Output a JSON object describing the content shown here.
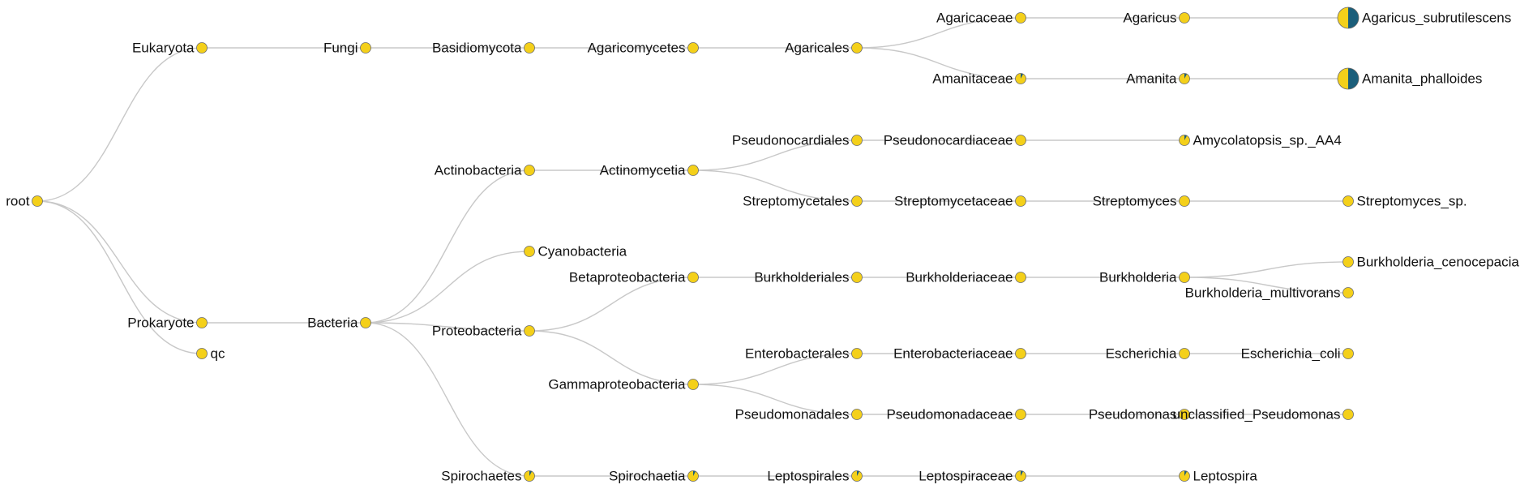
{
  "colors": {
    "primary": "#f4d01a",
    "secondary": "#1b5e7a",
    "link": "#c8c8c8",
    "outline": "#6b6b6b",
    "text": "#111111"
  },
  "tree": {
    "nodes": [
      {
        "id": "root",
        "label": "root",
        "parent": null,
        "label_side": "left",
        "secondary_fraction": 0,
        "size": "small"
      },
      {
        "id": "eukaryota",
        "label": "Eukaryota",
        "parent": "root",
        "label_side": "left",
        "secondary_fraction": 0,
        "size": "small"
      },
      {
        "id": "prokaryote",
        "label": "Prokaryote",
        "parent": "root",
        "label_side": "left",
        "secondary_fraction": 0,
        "size": "small"
      },
      {
        "id": "qc",
        "label": "qc",
        "parent": "root",
        "label_side": "right",
        "secondary_fraction": 0,
        "size": "small"
      },
      {
        "id": "fungi",
        "label": "Fungi",
        "parent": "eukaryota",
        "label_side": "left",
        "secondary_fraction": 0,
        "size": "small"
      },
      {
        "id": "basidiomycota",
        "label": "Basidiomycota",
        "parent": "fungi",
        "label_side": "left",
        "secondary_fraction": 0,
        "size": "small"
      },
      {
        "id": "agaricomycetes",
        "label": "Agaricomycetes",
        "parent": "basidiomycota",
        "label_side": "left",
        "secondary_fraction": 0,
        "size": "small"
      },
      {
        "id": "agaricales",
        "label": "Agaricales",
        "parent": "agaricomycetes",
        "label_side": "left",
        "secondary_fraction": 0,
        "size": "small"
      },
      {
        "id": "agaricaceae",
        "label": "Agaricaceae",
        "parent": "agaricales",
        "label_side": "left",
        "secondary_fraction": 0,
        "size": "small"
      },
      {
        "id": "amanitaceae",
        "label": "Amanitaceae",
        "parent": "agaricales",
        "label_side": "left",
        "secondary_fraction": 0.08,
        "size": "small"
      },
      {
        "id": "agaricus",
        "label": "Agaricus",
        "parent": "agaricaceae",
        "label_side": "left",
        "secondary_fraction": 0,
        "size": "small"
      },
      {
        "id": "amanita",
        "label": "Amanita",
        "parent": "amanitaceae",
        "label_side": "left",
        "secondary_fraction": 0.08,
        "size": "small"
      },
      {
        "id": "agaricus_subrutilescens",
        "label": "Agaricus_subrutilescens",
        "parent": "agaricus",
        "label_side": "right",
        "secondary_fraction": 0.5,
        "size": "large"
      },
      {
        "id": "amanita_phalloides",
        "label": "Amanita_phalloides",
        "parent": "amanita",
        "label_side": "right",
        "secondary_fraction": 0.5,
        "size": "large"
      },
      {
        "id": "bacteria",
        "label": "Bacteria",
        "parent": "prokaryote",
        "label_side": "left",
        "secondary_fraction": 0,
        "size": "small"
      },
      {
        "id": "actinobacteria",
        "label": "Actinobacteria",
        "parent": "bacteria",
        "label_side": "left",
        "secondary_fraction": 0,
        "size": "small"
      },
      {
        "id": "cyanobacteria",
        "label": "Cyanobacteria",
        "parent": "bacteria",
        "label_side": "right",
        "secondary_fraction": 0,
        "size": "small"
      },
      {
        "id": "proteobacteria",
        "label": "Proteobacteria",
        "parent": "bacteria",
        "label_side": "left",
        "secondary_fraction": 0,
        "size": "small"
      },
      {
        "id": "spirochaetes",
        "label": "Spirochaetes",
        "parent": "bacteria",
        "label_side": "left",
        "secondary_fraction": 0.08,
        "size": "small"
      },
      {
        "id": "actinomycetia",
        "label": "Actinomycetia",
        "parent": "actinobacteria",
        "label_side": "left",
        "secondary_fraction": 0,
        "size": "small"
      },
      {
        "id": "pseudonocardiales",
        "label": "Pseudonocardiales",
        "parent": "actinomycetia",
        "label_side": "left",
        "secondary_fraction": 0,
        "size": "small"
      },
      {
        "id": "streptomycetales",
        "label": "Streptomycetales",
        "parent": "actinomycetia",
        "label_side": "left",
        "secondary_fraction": 0,
        "size": "small"
      },
      {
        "id": "pseudonocardiaceae",
        "label": "Pseudonocardiaceae",
        "parent": "pseudonocardiales",
        "label_side": "left",
        "secondary_fraction": 0,
        "size": "small"
      },
      {
        "id": "amycolatopsis",
        "label": "Amycolatopsis_sp._AA4",
        "parent": "pseudonocardiaceae",
        "label_side": "right",
        "secondary_fraction": 0.08,
        "size": "small"
      },
      {
        "id": "streptomycetaceae",
        "label": "Streptomycetaceae",
        "parent": "streptomycetales",
        "label_side": "left",
        "secondary_fraction": 0,
        "size": "small"
      },
      {
        "id": "streptomyces",
        "label": "Streptomyces",
        "parent": "streptomycetaceae",
        "label_side": "left",
        "secondary_fraction": 0,
        "size": "small"
      },
      {
        "id": "streptomyces_sp",
        "label": "Streptomyces_sp.",
        "parent": "streptomyces",
        "label_side": "right",
        "secondary_fraction": 0,
        "size": "small"
      },
      {
        "id": "betaproteobacteria",
        "label": "Betaproteobacteria",
        "parent": "proteobacteria",
        "label_side": "left",
        "secondary_fraction": 0,
        "size": "small"
      },
      {
        "id": "gammaproteobacteria",
        "label": "Gammaproteobacteria",
        "parent": "proteobacteria",
        "label_side": "left",
        "secondary_fraction": 0,
        "size": "small"
      },
      {
        "id": "burkholderiales",
        "label": "Burkholderiales",
        "parent": "betaproteobacteria",
        "label_side": "left",
        "secondary_fraction": 0,
        "size": "small"
      },
      {
        "id": "burkholderiaceae",
        "label": "Burkholderiaceae",
        "parent": "burkholderiales",
        "label_side": "left",
        "secondary_fraction": 0,
        "size": "small"
      },
      {
        "id": "burkholderia",
        "label": "Burkholderia",
        "parent": "burkholderiaceae",
        "label_side": "left",
        "secondary_fraction": 0,
        "size": "small"
      },
      {
        "id": "burkholderia_cenocepacia",
        "label": "Burkholderia_cenocepacia",
        "parent": "burkholderia",
        "label_side": "right",
        "secondary_fraction": 0,
        "size": "small"
      },
      {
        "id": "burkholderia_multivorans",
        "label": "Burkholderia_multivorans",
        "parent": "burkholderia",
        "label_side": "left",
        "secondary_fraction": 0,
        "size": "small"
      },
      {
        "id": "enterobacterales",
        "label": "Enterobacterales",
        "parent": "gammaproteobacteria",
        "label_side": "left",
        "secondary_fraction": 0,
        "size": "small"
      },
      {
        "id": "pseudomonadales",
        "label": "Pseudomonadales",
        "parent": "gammaproteobacteria",
        "label_side": "left",
        "secondary_fraction": 0,
        "size": "small"
      },
      {
        "id": "enterobacteriaceae",
        "label": "Enterobacteriaceae",
        "parent": "enterobacterales",
        "label_side": "left",
        "secondary_fraction": 0,
        "size": "small"
      },
      {
        "id": "escherichia",
        "label": "Escherichia",
        "parent": "enterobacteriaceae",
        "label_side": "left",
        "secondary_fraction": 0,
        "size": "small"
      },
      {
        "id": "escherichia_coli",
        "label": "Escherichia_coli",
        "parent": "escherichia",
        "label_side": "left",
        "secondary_fraction": 0,
        "size": "small"
      },
      {
        "id": "pseudomonadaceae",
        "label": "Pseudomonadaceae",
        "parent": "pseudomonadales",
        "label_side": "left",
        "secondary_fraction": 0,
        "size": "small"
      },
      {
        "id": "pseudomonas",
        "label": "Pseudomonas",
        "parent": "pseudomonadaceae",
        "label_side": "left",
        "secondary_fraction": 0,
        "size": "small"
      },
      {
        "id": "unclassified_pseudomonas",
        "label": "unclassified_Pseudomonas",
        "parent": "pseudomonas",
        "label_side": "left",
        "secondary_fraction": 0,
        "size": "small"
      },
      {
        "id": "spirochaetia",
        "label": "Spirochaetia",
        "parent": "spirochaetes",
        "label_side": "left",
        "secondary_fraction": 0.08,
        "size": "small"
      },
      {
        "id": "leptospirales",
        "label": "Leptospirales",
        "parent": "spirochaetia",
        "label_side": "left",
        "secondary_fraction": 0.08,
        "size": "small"
      },
      {
        "id": "leptospiraceae",
        "label": "Leptospiraceae",
        "parent": "leptospirales",
        "label_side": "left",
        "secondary_fraction": 0.08,
        "size": "small"
      },
      {
        "id": "leptospira",
        "label": "Leptospira",
        "parent": "leptospiraceae",
        "label_side": "right",
        "secondary_fraction": 0.08,
        "size": "small"
      }
    ]
  }
}
